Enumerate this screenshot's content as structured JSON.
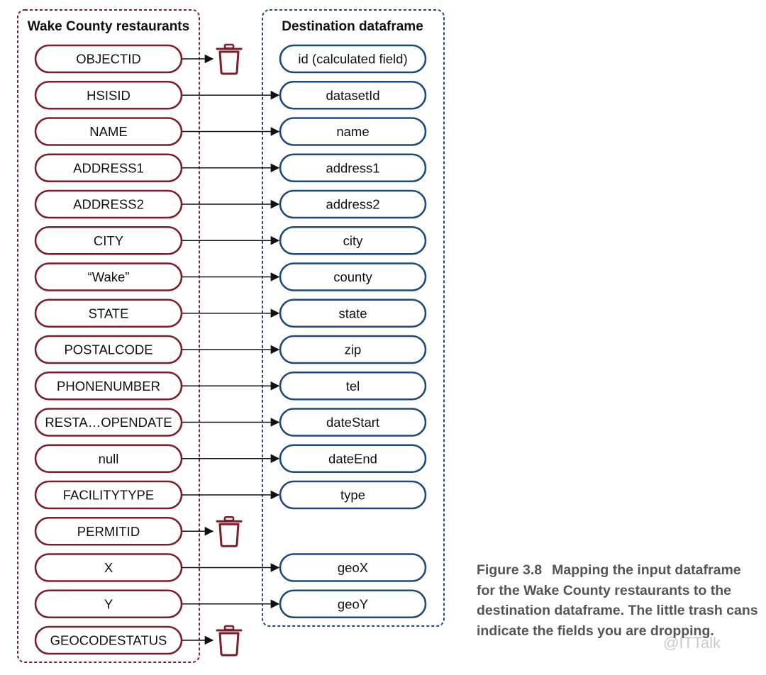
{
  "colors": {
    "source_border": "#7a1f2b",
    "dest_border": "#1f4a7a",
    "source_panel_dash": "#7a1f2b",
    "dest_panel_dash": "#1f4a7a",
    "arrow": "#111111",
    "trash": "#7a1f2b",
    "caption": "#555555"
  },
  "source_panel": {
    "title": "Wake County restaurants"
  },
  "dest_panel": {
    "title": "Destination dataframe"
  },
  "rows": [
    {
      "source": "OBJECTID",
      "dest": "id (calculated field)",
      "mapping": "trash"
    },
    {
      "source": "HSISID",
      "dest": "datasetId",
      "mapping": "arrow"
    },
    {
      "source": "NAME",
      "dest": "name",
      "mapping": "arrow"
    },
    {
      "source": "ADDRESS1",
      "dest": "address1",
      "mapping": "arrow"
    },
    {
      "source": "ADDRESS2",
      "dest": "address2",
      "mapping": "arrow"
    },
    {
      "source": "CITY",
      "dest": "city",
      "mapping": "arrow"
    },
    {
      "source": "“Wake”",
      "dest": "county",
      "mapping": "arrow"
    },
    {
      "source": "STATE",
      "dest": "state",
      "mapping": "arrow"
    },
    {
      "source": "POSTALCODE",
      "dest": "zip",
      "mapping": "arrow"
    },
    {
      "source": "PHONENUMBER",
      "dest": "tel",
      "mapping": "arrow"
    },
    {
      "source": "RESTA…OPENDATE",
      "dest": "dateStart",
      "mapping": "arrow"
    },
    {
      "source": "null",
      "dest": "dateEnd",
      "mapping": "arrow"
    },
    {
      "source": "FACILITYTYPE",
      "dest": "type",
      "mapping": "arrow"
    },
    {
      "source": "PERMITID",
      "dest": null,
      "mapping": "trash"
    },
    {
      "source": "X",
      "dest": "geoX",
      "mapping": "arrow"
    },
    {
      "source": "Y",
      "dest": "geoY",
      "mapping": "arrow"
    },
    {
      "source": "GEOCODESTATUS",
      "dest": null,
      "mapping": "trash"
    }
  ],
  "caption": {
    "label": "Figure 3.8",
    "text": "Mapping the input dataframe for the Wake County restaurants to the destination dataframe. The little trash cans indicate the fields you are dropping."
  },
  "watermark": {
    "text": "@ITTalk"
  }
}
